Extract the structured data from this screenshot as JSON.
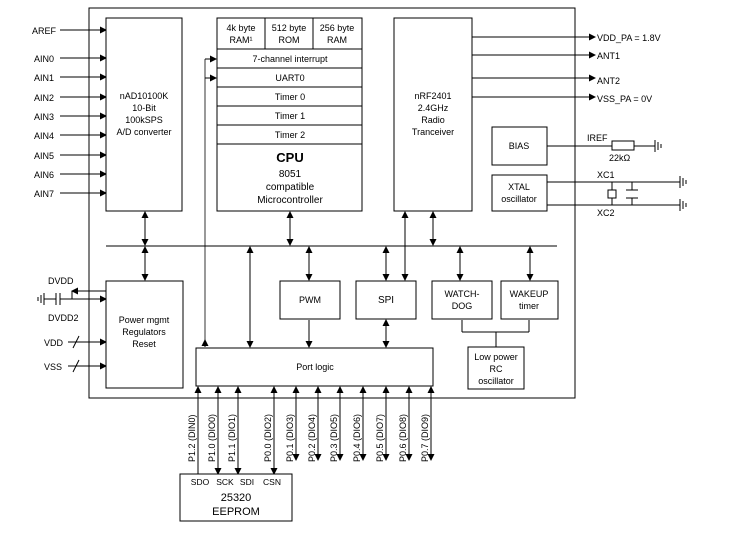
{
  "left_pins": {
    "aref": "AREF",
    "ain": [
      "AIN0",
      "AIN1",
      "AIN2",
      "AIN3",
      "AIN4",
      "AIN5",
      "AIN6",
      "AIN7"
    ],
    "dvdd": "DVDD",
    "dvdd2": "DVDD2",
    "vdd": "VDD",
    "vss": "VSS"
  },
  "adc": {
    "lines": [
      "nAD10100K",
      "10-Bit",
      "100kSPS",
      "A/D converter"
    ]
  },
  "memory": {
    "ram4k": [
      "4k byte",
      "RAM¹"
    ],
    "rom512": [
      "512 byte",
      "ROM"
    ],
    "ram256": [
      "256 byte",
      "RAM"
    ]
  },
  "cpu_blocks": {
    "interrupt": "7-channel interrupt",
    "uart": "UART0",
    "timer0": "Timer 0",
    "timer1": "Timer 1",
    "timer2": "Timer 2"
  },
  "cpu": {
    "title": "CPU",
    "lines": [
      "8051",
      "compatible",
      "Microcontroller"
    ]
  },
  "radio": {
    "lines": [
      "nRF2401",
      "2.4GHz",
      "Radio",
      "Tranceiver"
    ]
  },
  "right_pins": {
    "vdd_pa": "VDD_PA = 1.8V",
    "ant1": "ANT1",
    "ant2": "ANT2",
    "vss_pa": "VSS_PA = 0V",
    "iref": "IREF",
    "resistor": "22kΩ",
    "xc1": "XC1",
    "xc2": "XC2"
  },
  "bias": "BIAS",
  "xtal": [
    "XTAL",
    "oscillator"
  ],
  "power": [
    "Power mgmt",
    "Regulators",
    "Reset"
  ],
  "pwm": "PWM",
  "spi": "SPI",
  "watchdog": [
    "WATCH-",
    "DOG"
  ],
  "wakeup": [
    "WAKEUP",
    "timer"
  ],
  "rc_osc": [
    "Low power",
    "RC",
    "oscillator"
  ],
  "port_logic": "Port logic",
  "port_pins": [
    "P1.2 (DIN0)",
    "P1.0 (DIO0)",
    "P1.1 (DIO1)",
    "P0.0 (DIO2)",
    "P0.1 (DIO3)",
    "P0.2 (DIO4)",
    "P0.3 (DIO5)",
    "P0.4 (DIO6)",
    "P0.5 (DIO7)",
    "P0.6 (DIO8)",
    "P0.7 (DIO9)"
  ],
  "eeprom": {
    "pins": [
      "SDO",
      "SCK",
      "SDI",
      "CSN"
    ],
    "lines": [
      "25320",
      "EEPROM"
    ]
  }
}
